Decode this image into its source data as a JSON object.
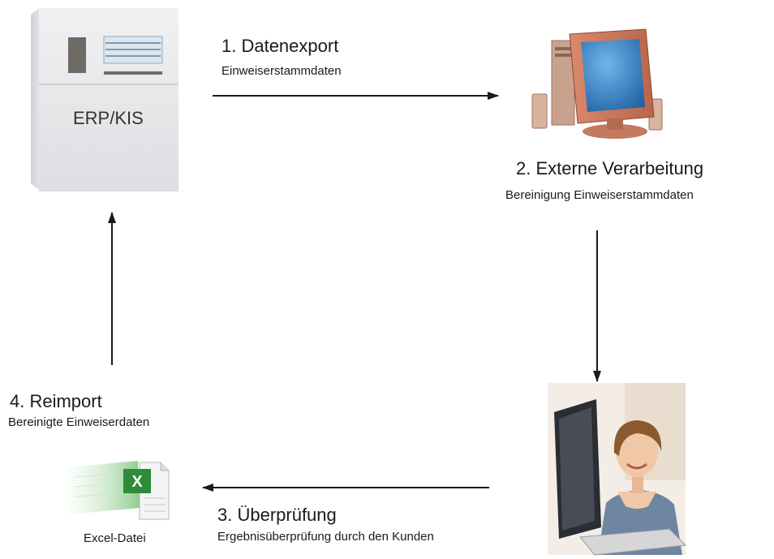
{
  "erp": {
    "label": "ERP/KIS"
  },
  "steps": [
    {
      "title": "1. Datenexport",
      "subtitle": "Einweiserstammdaten"
    },
    {
      "title": "2. Externe Verarbeitung",
      "subtitle": "Bereinigung Einweiserstammdaten"
    },
    {
      "title": "3. Überprüfung",
      "subtitle": "Ergebnisüberprüfung durch den Kunden"
    },
    {
      "title": "4. Reimport",
      "subtitle": "Bereinigte Einweiserdaten"
    }
  ],
  "excel": {
    "label": "Excel-Datei"
  },
  "colors": {
    "arrow": "#1a1a1a",
    "server": "#e4e4e6",
    "monitor": "#c8735a",
    "screen": "#2f7fc4",
    "excel_green": "#4caf50"
  }
}
